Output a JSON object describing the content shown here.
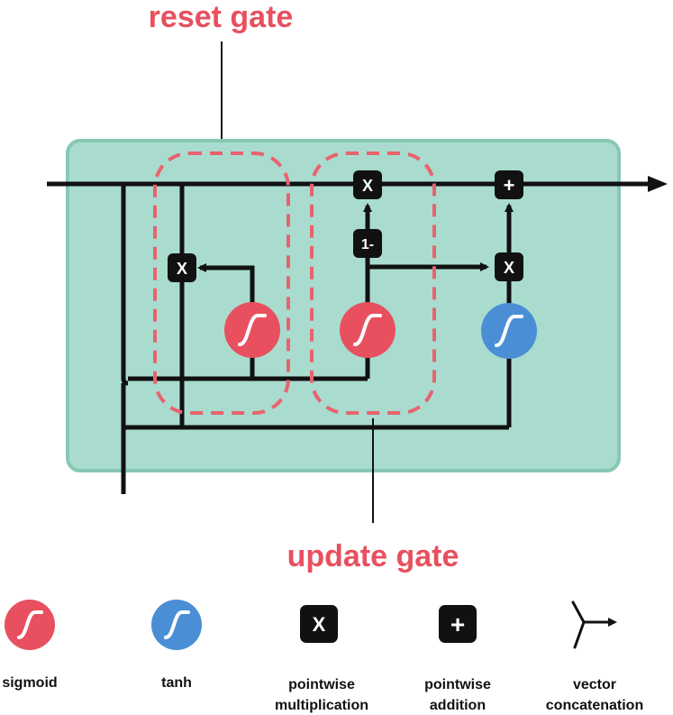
{
  "labels": {
    "reset_gate": "reset gate",
    "update_gate": "update gate"
  },
  "ops": {
    "multiply": "X",
    "add": "+",
    "one_minus": "1-"
  },
  "legend": {
    "sigmoid": "sigmoid",
    "tanh": "tanh",
    "pointwise_multiplication_1": "pointwise",
    "pointwise_multiplication_2": "multiplication",
    "pointwise_addition_1": "pointwise",
    "pointwise_addition_2": "addition",
    "vector_concatenation_1": "vector",
    "vector_concatenation_2": "concatenation"
  },
  "colors": {
    "cell_fill": "#a9dccf",
    "cell_border": "#86c8b5",
    "sigmoid": "#e8505f",
    "tanh": "#4a8fd6",
    "gate_dash": "#e8636e",
    "wire": "#111111"
  }
}
